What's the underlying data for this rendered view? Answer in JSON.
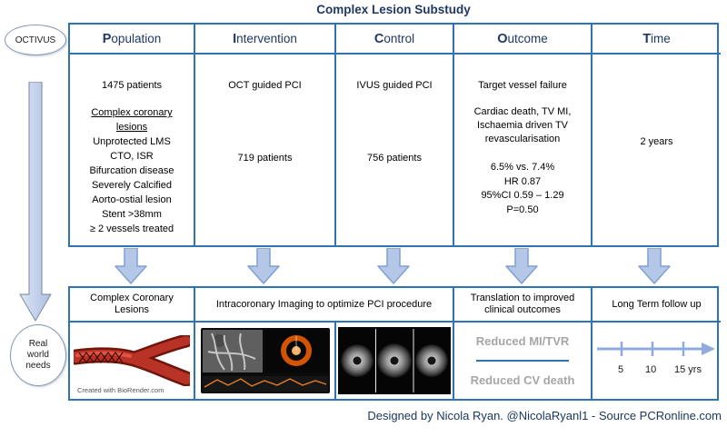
{
  "title": "Complex Lesion Substudy",
  "left_flow": {
    "top_ellipse": "OCTIVUS",
    "bottom_lines": [
      "Real",
      "world",
      "needs"
    ]
  },
  "table": {
    "headers": [
      {
        "initial": "P",
        "rest": "opulation"
      },
      {
        "initial": "I",
        "rest": "ntervention"
      },
      {
        "initial": "C",
        "rest": "ontrol"
      },
      {
        "initial": "O",
        "rest": "utcome"
      },
      {
        "initial": "T",
        "rest": "ime"
      }
    ],
    "population": {
      "patients": "1475 patients",
      "subtitle": "Complex coronary lesions",
      "items": [
        "Unprotected LMS",
        "CTO, ISR",
        "Bifurcation disease",
        "Severely Calcified",
        "Aorto-ostial lesion",
        "Stent >38mm",
        "≥ 2 vessels treated"
      ]
    },
    "intervention": {
      "top": "OCT guided PCI",
      "bottom": "719 patients"
    },
    "control": {
      "top": "IVUS guided PCI",
      "bottom": "756 patients"
    },
    "outcome": {
      "primary": "Target vessel failure",
      "composite": "Cardiac death, TV MI, Ischaemia driven TV revascularisation",
      "results": [
        "6.5% vs. 7.4%",
        "HR 0.87",
        "95%CI 0.59 – 1.29",
        "P=0.50"
      ]
    },
    "time": {
      "value": "2 years"
    }
  },
  "bottom": {
    "lesions_label": "Complex Coronary Lesions",
    "imaging_label": "Intracoronary Imaging to optimize PCI procedure",
    "translation_label": "Translation to improved clinical outcomes",
    "followup_label": "Long Term follow up",
    "biorender_caption": "Created with BioRender.com",
    "reduced_mi": "Reduced MI/TVR",
    "reduced_cv": "Reduced CV death",
    "timeline_ticks": [
      "5",
      "10",
      "15 yrs"
    ]
  },
  "credit": "Designed by Nicola Ryan. @NicolaRyanl1 - Source PCRonline.com",
  "colors": {
    "heading": "#1F3864",
    "table_border": "#2E74B5",
    "arrow_fill": "#B4C7E7",
    "arrow_outline": "#8FAADC",
    "muted_gray_text": "#A6A6A6",
    "credit_text": "#17365D"
  }
}
